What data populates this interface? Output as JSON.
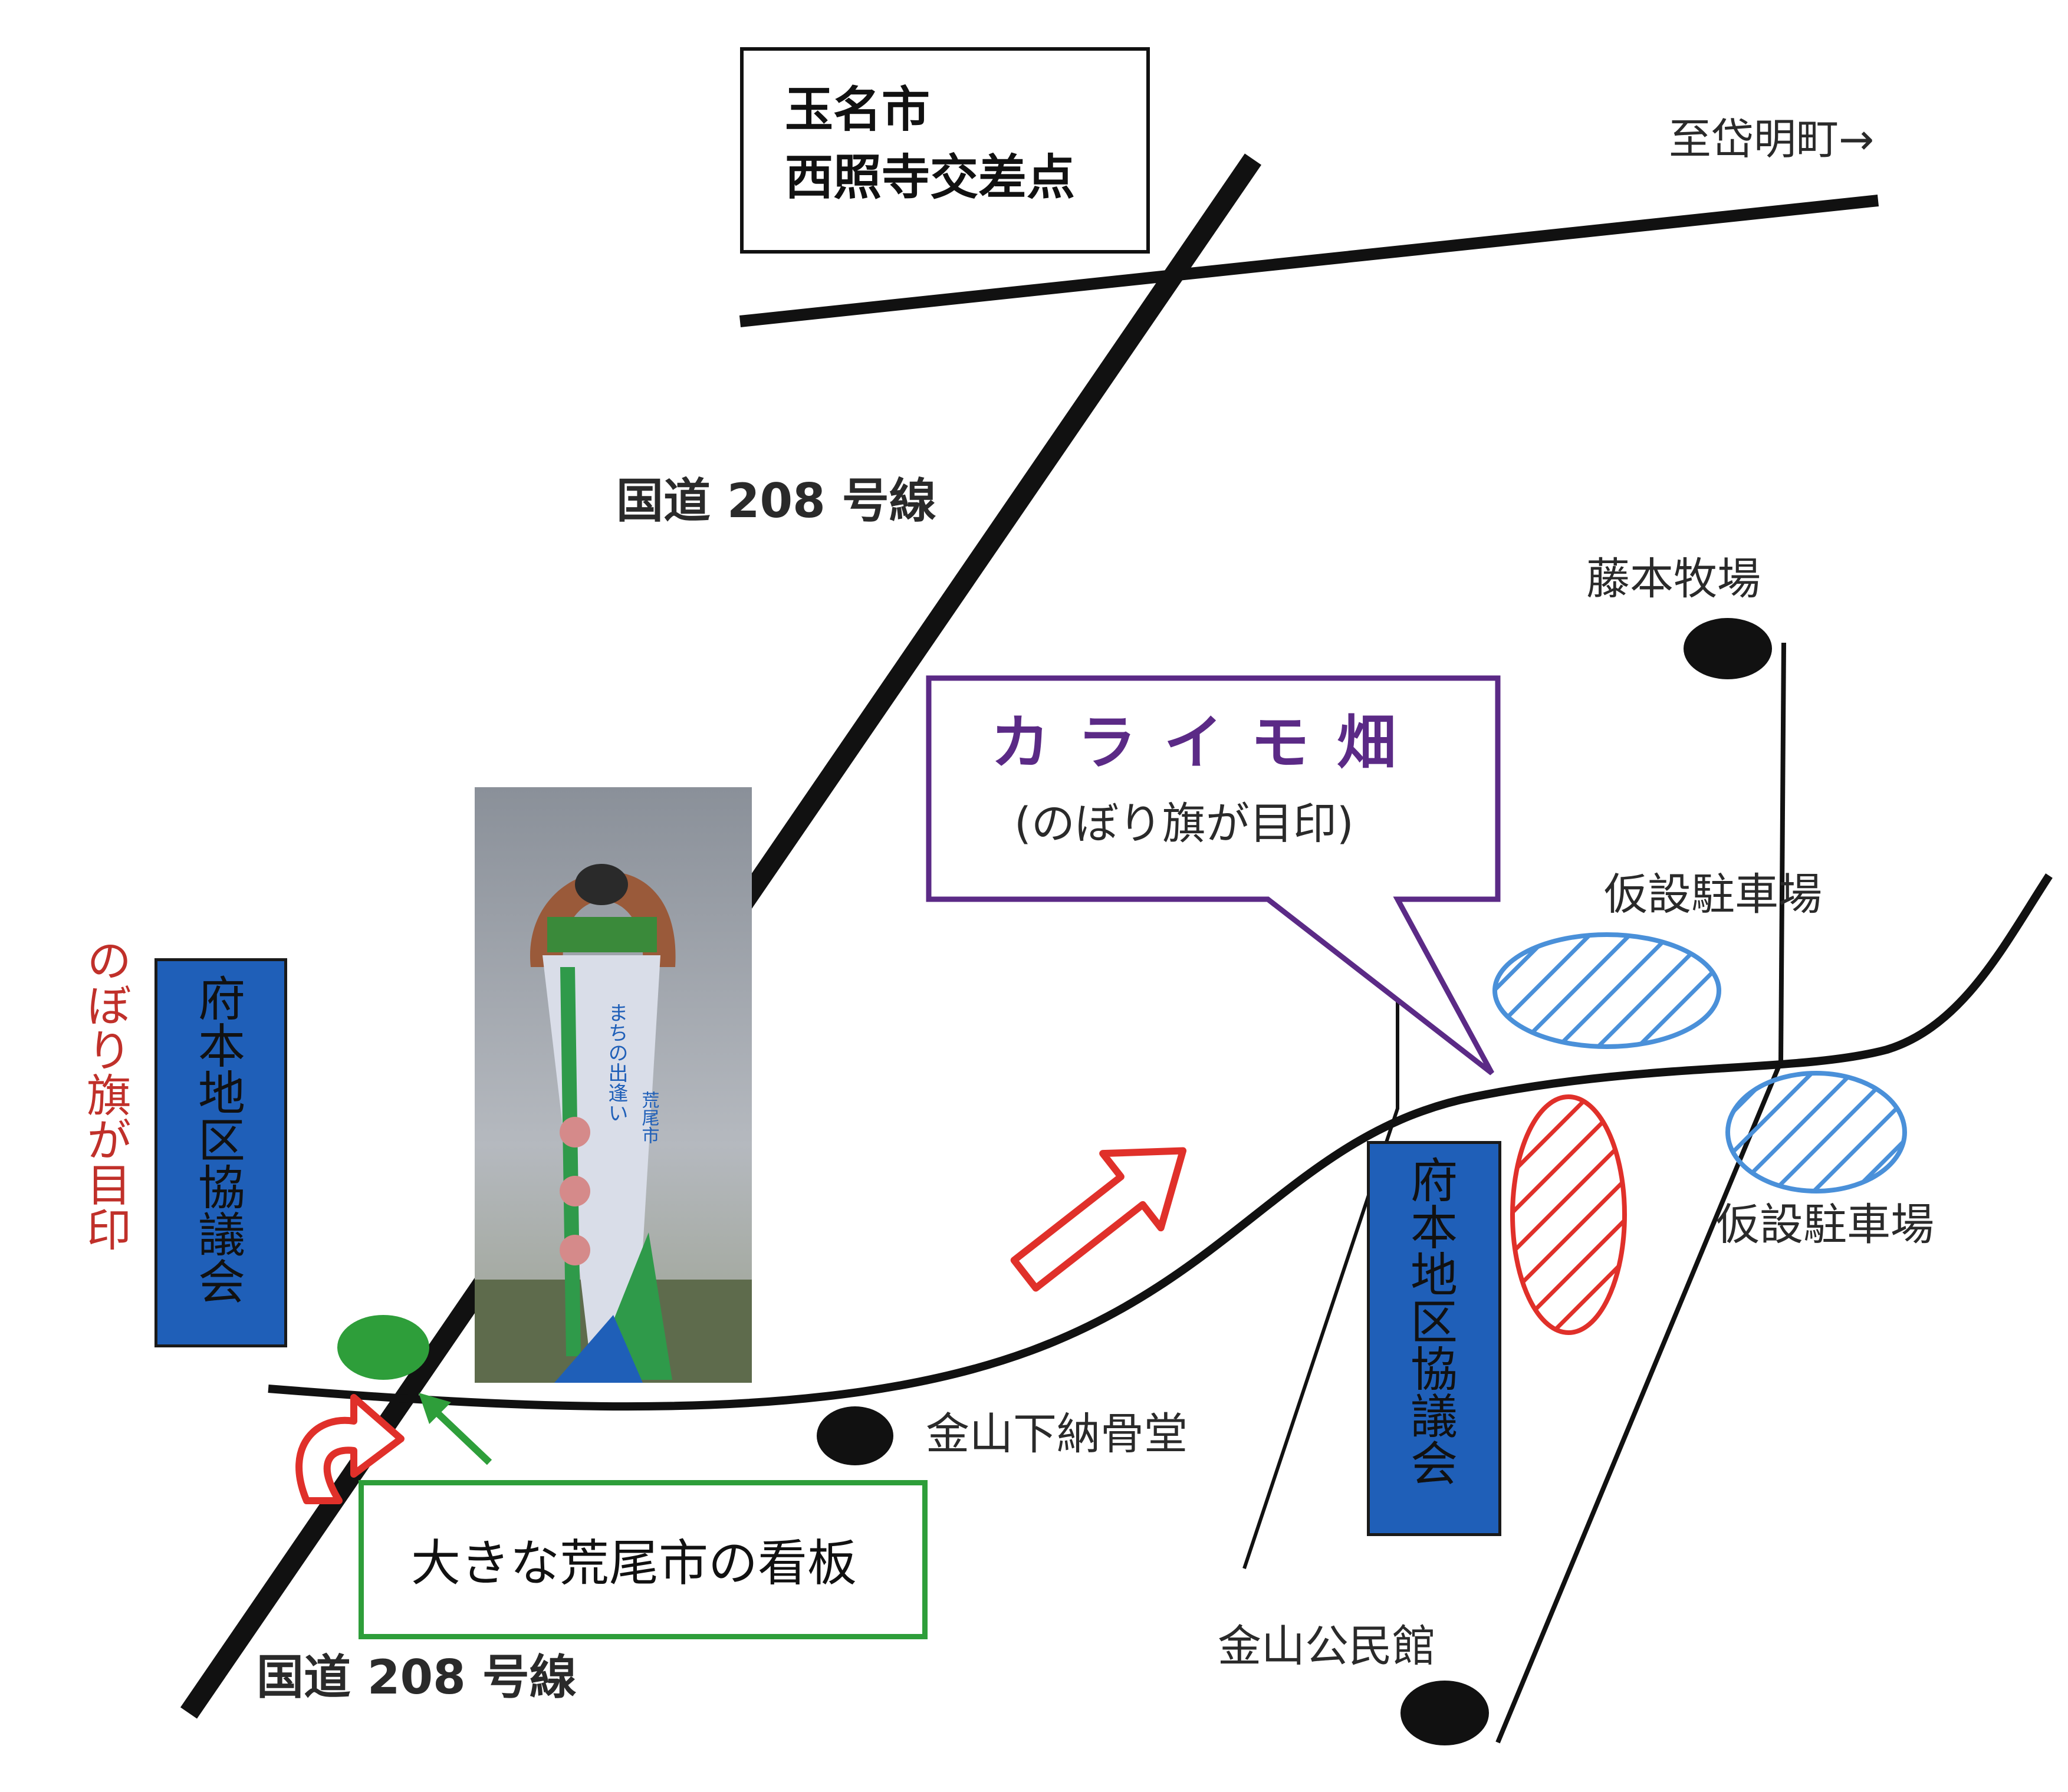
{
  "intersection_box": {
    "line1": "玉名市",
    "line2": "西照寺交差点"
  },
  "labels": {
    "to_taimei": "至岱明町→",
    "route208_north": "国道 208 号線",
    "route208_south": "国道 208 号線",
    "fujimoto_farm": "藤本牧場",
    "parking_1": "仮設駐車場",
    "parking_2": "仮設駐車場",
    "ossuary": "金山下納骨堂",
    "community_hall": "金山公民館"
  },
  "callout": {
    "title": "カ ラ イ モ 畑",
    "subtitle": "(のぼり旗が目印)"
  },
  "banner_note": "のぼり旗が目印",
  "council_signs": {
    "left": "府本地区協議会",
    "right": "府本地区協議会"
  },
  "signboard_box": "大きな荒尾市の看板",
  "signboard_photo": {
    "text_1": "まちの出逢い",
    "text_2": "荒尾市"
  },
  "colors": {
    "road": "#111111",
    "callout_border": "#5b2a86",
    "callout_title": "#5b2a86",
    "blue_sign": "#1f5fb8",
    "green": "#2e9e3a",
    "red": "#e0302a",
    "parking_hatch": "#4a90d9",
    "field_hatch": "#e0302a",
    "banner_text": "#c0302a"
  },
  "icons": {
    "green_circle": "green-circle-marker",
    "black_circle": "landmark-dot-icon",
    "arrow": "direction-arrow-icon"
  }
}
